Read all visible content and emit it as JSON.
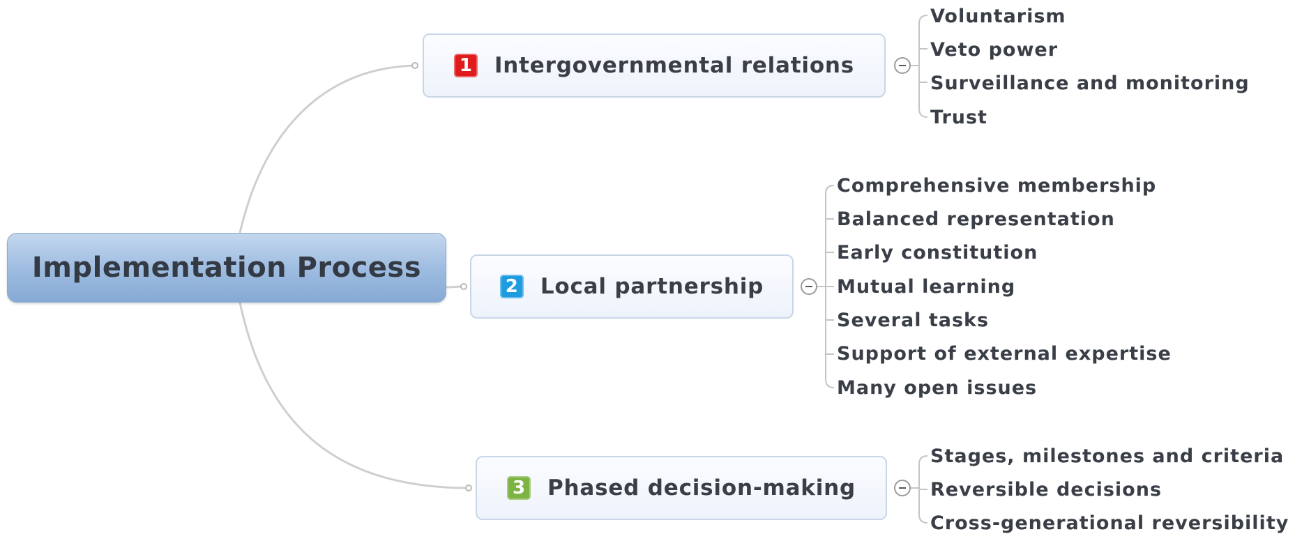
{
  "root": {
    "label": "Implementation Process"
  },
  "branches": [
    {
      "number": "1",
      "badge_color": "#e01b1b",
      "label": "Intergovernmental relations",
      "children": [
        "Voluntarism",
        "Veto power",
        "Surveillance and monitoring",
        "Trust"
      ]
    },
    {
      "number": "2",
      "badge_color": "#1f9be0",
      "label": "Local partnership",
      "children": [
        "Comprehensive membership",
        "Balanced representation",
        "Early constitution",
        "Mutual learning",
        "Several tasks",
        "Support of external expertise",
        "Many open issues"
      ]
    },
    {
      "number": "3",
      "badge_color": "#7cb342",
      "label": "Phased decision-making",
      "children": [
        "Stages, milestones and criteria",
        "Reversible decisions",
        "Cross-generational reversibility"
      ]
    }
  ],
  "colors": {
    "connector": "#cccccc",
    "root_fill": "#9fbde1",
    "branch_fill": "#eef3fb",
    "text": "#3a3f47"
  }
}
